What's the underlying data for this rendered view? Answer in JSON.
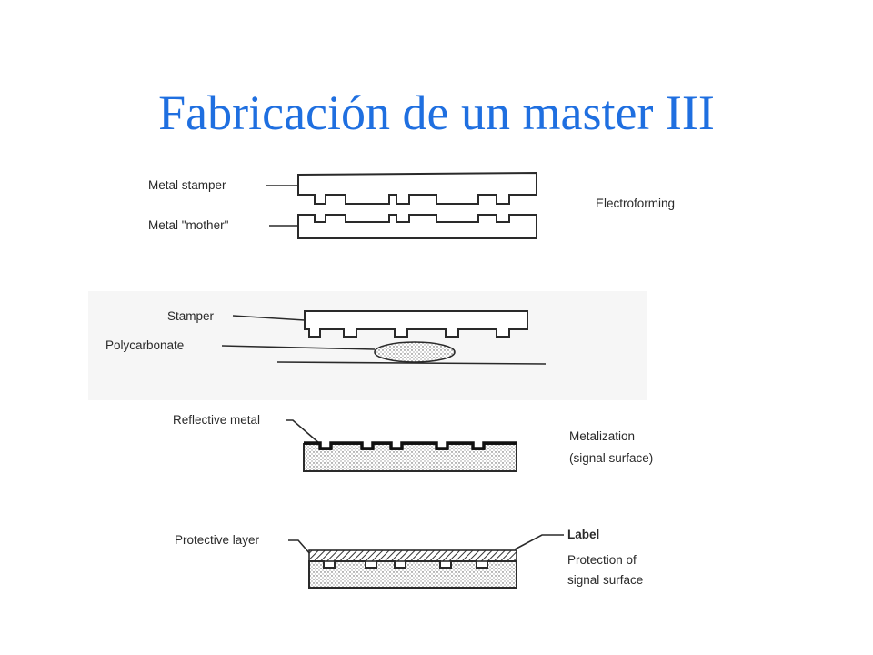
{
  "slide": {
    "title": "Fabricación de un master III"
  },
  "diagram": {
    "electroforming": {
      "label_stamper": "Metal stamper",
      "label_mother": "Metal \"mother\"",
      "step": "Electroforming"
    },
    "molding": {
      "label_stamper": "Stamper",
      "label_polycarbonate": "Polycarbonate"
    },
    "metalization": {
      "label_reflective": "Reflective metal",
      "step_line1": "Metalization",
      "step_line2": "(signal surface)"
    },
    "protection": {
      "label_protective": "Protective layer",
      "label_label": "Label",
      "step_line1": "Protection of",
      "step_line2": "signal surface"
    }
  },
  "colors": {
    "title": "#1f6fe0",
    "ink": "#2a2a2a"
  }
}
